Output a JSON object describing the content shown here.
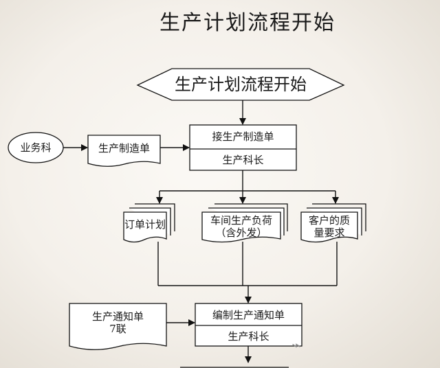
{
  "title": "生产计划流程开始",
  "start_node": "生产计划流程开始",
  "sales_dept": "业务科",
  "production_order_doc": "生产制造单",
  "receive_box": {
    "title": "接生产制造单",
    "owner": "生产科长"
  },
  "docs": {
    "order_plan": "订单计划",
    "workshop_load": "车间生产负荷\n（含外发）",
    "customer_quality": "客户的质\n量要求"
  },
  "notice_doc": "生产通知单\n7联",
  "compile_box": {
    "title": "编制生产通知单",
    "owner": "生产科长"
  },
  "watermark_icon": "wechat-icon"
}
